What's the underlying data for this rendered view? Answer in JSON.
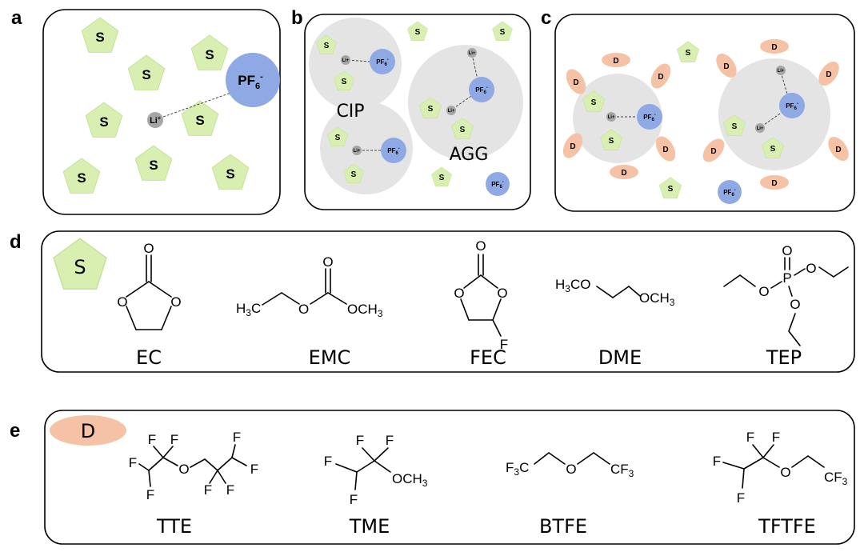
{
  "panels": {
    "a": {
      "label": "a"
    },
    "b": {
      "label": "b",
      "cip_label": "CIP",
      "agg_label": "AGG"
    },
    "c": {
      "label": "c"
    },
    "d": {
      "label": "d"
    },
    "e": {
      "label": "e"
    }
  },
  "species": {
    "solvent": "S",
    "diluent": "D",
    "lithium": "Li",
    "lithium_charge": "+",
    "anion": "PF",
    "anion_subscript": "6",
    "anion_charge": "-"
  },
  "solvents": {
    "ec": {
      "name": "EC",
      "atoms": {
        "o_top": "O",
        "o_left": "O",
        "o_right": "O"
      }
    },
    "emc": {
      "name": "EMC",
      "atoms": {
        "h3c": "H",
        "h3c_sub": "3",
        "h3c_tail": "C",
        "o_top": "O",
        "o_mid": "O",
        "och3": "OCH",
        "och3_sub": "3"
      }
    },
    "fec": {
      "name": "FEC",
      "atoms": {
        "o_top": "O",
        "o_left": "O",
        "o_right": "O",
        "f": "F"
      }
    },
    "dme": {
      "name": "DME",
      "atoms": {
        "h3co": "H",
        "h3co_sub": "3",
        "h3co_tail": "CO",
        "och3": "OCH",
        "och3_sub": "3"
      }
    },
    "tep": {
      "name": "TEP",
      "atoms": {
        "o_top": "O",
        "p": "P",
        "o_left": "O",
        "o_right": "O",
        "o_bottom": "O"
      }
    }
  },
  "diluents": {
    "tte": {
      "name": "TTE",
      "atoms": {
        "f1": "F",
        "f2": "F",
        "f3": "F",
        "f4": "F",
        "o": "O",
        "f5": "F",
        "f6": "F",
        "f7": "F",
        "f8": "F"
      }
    },
    "tme": {
      "name": "TME",
      "atoms": {
        "f1": "F",
        "f2": "F",
        "f3": "F",
        "f4": "F",
        "och3": "OCH",
        "och3_sub": "3"
      }
    },
    "btfe": {
      "name": "BTFE",
      "atoms": {
        "f3c": "F",
        "f3c_sub": "3",
        "f3c_tail": "C",
        "o": "O",
        "cf3": "CF",
        "cf3_sub": "3"
      }
    },
    "tftfe": {
      "name": "TFTFE",
      "atoms": {
        "f1": "F",
        "f2": "F",
        "f3": "F",
        "f4": "F",
        "o": "O",
        "cf3": "CF",
        "cf3_sub": "3"
      }
    }
  }
}
